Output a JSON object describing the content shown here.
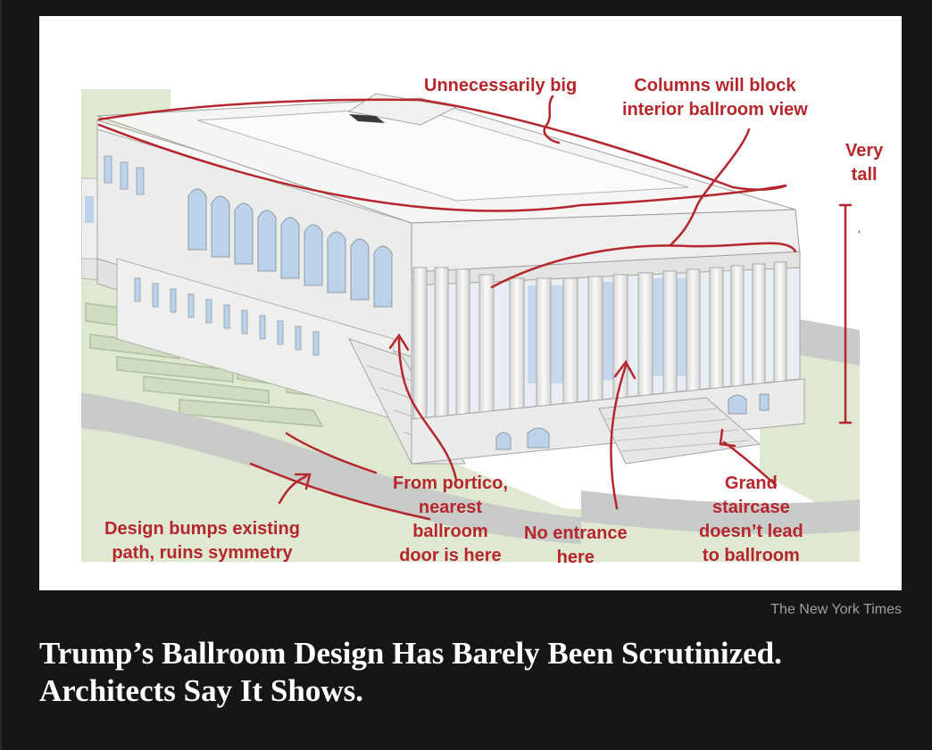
{
  "figure": {
    "annotations": {
      "unnecessarily_big": "Unnecessarily big",
      "columns_block_line1": "Columns will block",
      "columns_block_line2": "interior ballroom view",
      "very_tall_line1": "Very",
      "very_tall_line2": "tall",
      "design_bumps_line1": "Design bumps existing",
      "design_bumps_line2": "path, ruins symmetry",
      "portico_line1": "From portico,",
      "portico_line2": "nearest",
      "portico_line3": "ballroom",
      "portico_line4": "door is here",
      "no_entrance_line1": "No entrance",
      "no_entrance_line2": "here",
      "staircase_line1": "Grand",
      "staircase_line2": "staircase",
      "staircase_line3": "doesn’t lead",
      "staircase_line4": "to ballroom"
    },
    "colors": {
      "annotation": "#b5262d",
      "lawn": "#dfe9d2",
      "path": "#c9cbc9",
      "building": "#f3f3f1",
      "window": "#bcd3ea"
    }
  },
  "credit": "The New York Times",
  "headline": {
    "line1": "Trump’s Ballroom Design Has Barely Been Scrutinized.",
    "line2": "Architects Say It Shows."
  }
}
